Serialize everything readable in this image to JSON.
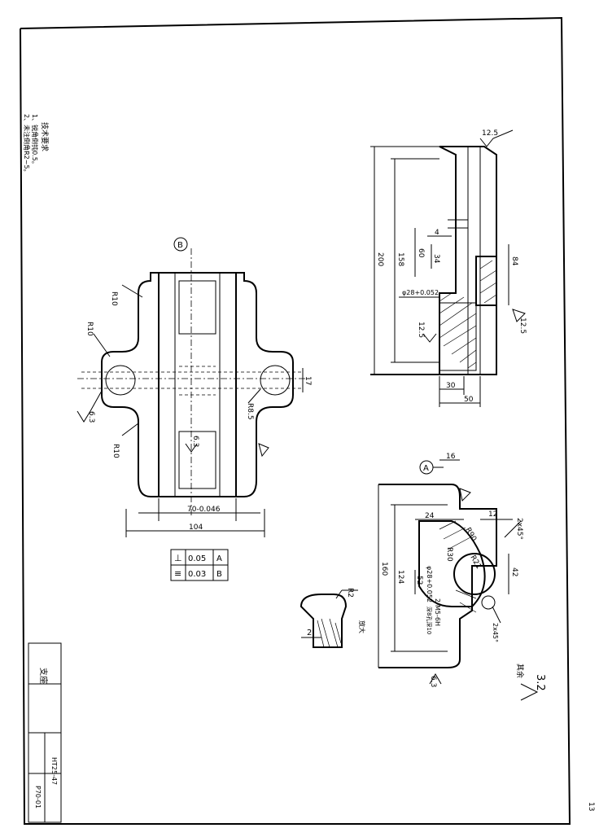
{
  "notes": {
    "title": "技术要求",
    "item1": "1、锐角倒钝0.5。",
    "item2": "2、未注倒角R2~5。"
  },
  "title_block": {
    "name": "支座",
    "material": "HT25-47",
    "code": "P70-01"
  },
  "page_number": "13",
  "datum_labels": {
    "a": "A",
    "b": "B"
  },
  "view_left": {
    "r10_top": "R10",
    "r10_mid": "R10",
    "r10_bot": "R10",
    "r85": "R8.5",
    "dim_17": "17",
    "dim_70": "70-0.046",
    "dim_104": "104",
    "rough_63_a": "6.3",
    "rough_63_b": "6.3"
  },
  "tolerance_frame": [
    {
      "symbol": "⊥",
      "value": "0.05",
      "datum": "A"
    },
    {
      "symbol": "≡",
      "value": "0.03",
      "datum": "B"
    }
  ],
  "view_right_top": {
    "rough_125_top": "12.5",
    "dim_200": "200",
    "dim_158": "158",
    "dim_60": "60",
    "dim_34": "34",
    "dim_4": "4",
    "dim_84": "84",
    "dim_d28": "φ28+0.052",
    "rough_125_mid": "12.5",
    "rough_125_right": "12.5",
    "dim_30": "30",
    "dim_50": "50"
  },
  "view_right_bottom": {
    "dim_16": "16",
    "dim_24": "24",
    "dim_12": "12",
    "chamfer_top": "2x45°",
    "r90": "R90",
    "r30": "R30",
    "r21": "R21",
    "dim_160": "160",
    "dim_124": "124",
    "dim_52": "52",
    "dim_d28": "φ28+0.052",
    "dim_42": "42",
    "thread": "2-M5-6H",
    "thread_note": "深8孔深10",
    "chamfer_bot": "2x45°",
    "rough_63": "6.3",
    "rough_others": "其余",
    "rough_32": "3.2"
  },
  "detail": {
    "r2": "R2",
    "dim_2": "2",
    "label": "放大"
  }
}
